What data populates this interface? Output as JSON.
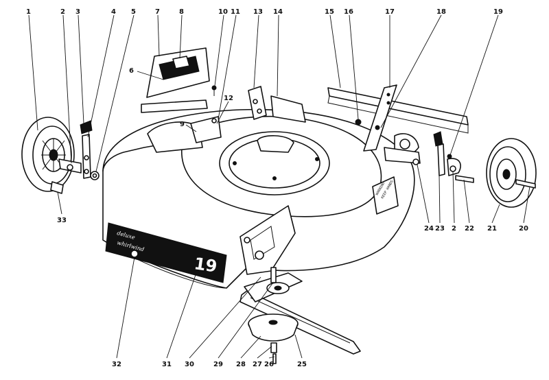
{
  "diagram": {
    "callouts": [
      "1",
      "2",
      "3",
      "4",
      "5",
      "7",
      "8",
      "6",
      "9",
      "10",
      "11",
      "12",
      "13",
      "14",
      "15",
      "16",
      "17",
      "18",
      "19",
      "24",
      "23",
      "2",
      "22",
      "21",
      "20",
      "33",
      "32",
      "31",
      "30",
      "29",
      "28",
      "27",
      "26",
      "25"
    ],
    "decal_number": "19",
    "decal_script_line1": "deluxe",
    "decal_script_line2": "whirlwind",
    "deck_label_line1": "WARNING",
    "deck_label_line2": "KEEP HANDS"
  }
}
